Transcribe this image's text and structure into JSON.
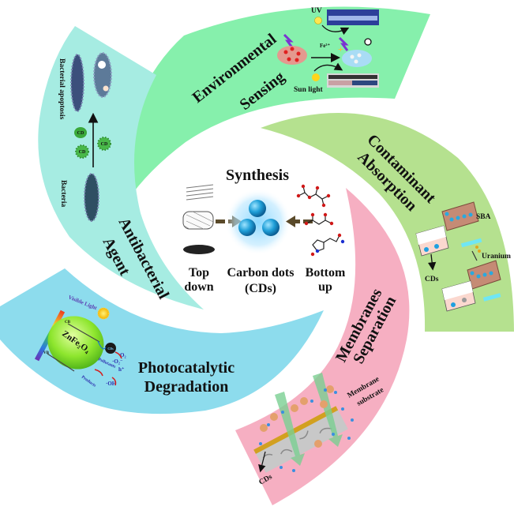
{
  "colors": {
    "environmental_sensing": "#86f0ac",
    "antibacterial_agent": "#a6ece2",
    "contaminant_absorption": "#b5e18f",
    "membranes_separation": "#f6afc2",
    "photocatalytic_degradation": "#8ddced",
    "carbon_dot": "#1f9fd8",
    "arrow": "#5a4a2a"
  },
  "center": {
    "title": "Synthesis",
    "top_down": [
      "Top",
      "down"
    ],
    "carbon_dots": [
      "Carbon dots",
      "(CDs)"
    ],
    "bottom_up": [
      "Bottom",
      "up"
    ]
  },
  "panels": {
    "environmental_sensing": {
      "title": [
        "Environmental",
        "Sensing"
      ],
      "uv_label": "UV",
      "ion_label": "Fe³⁺",
      "sunlight_label": "Sun light"
    },
    "antibacterial_agent": {
      "title": [
        "Antibacterial",
        "Agent"
      ],
      "apoptosis_label": "Bacterial apoptosis",
      "bacteria_label": "Bacteria",
      "cd_label": "CD"
    },
    "contaminant_absorption": {
      "title": [
        "Contaminant",
        "Absorption"
      ],
      "sba_label": "SBA",
      "uranium_label": "Uranium",
      "cds_label": "CDs"
    },
    "membranes_separation": {
      "title": [
        "Membranes",
        "Separation"
      ],
      "substrate_label": [
        "Membrane",
        "substrate"
      ],
      "cds_label": "CDs"
    },
    "photocatalytic_degradation": {
      "title": [
        "Photocatalytic",
        "Degradation"
      ],
      "catalyst_label": "ZnFe₂O₄",
      "visible_light_label": "Visible Light",
      "cb_label": "CB",
      "vb_label": "VB",
      "o2_label": "O₂",
      "superoxide_label": "·O₂⁻",
      "pollutants_label": "Pollutants",
      "h_label": "h⁺",
      "oh_label": "·OH",
      "products_label": "Products",
      "cds_label": "CDs"
    }
  }
}
